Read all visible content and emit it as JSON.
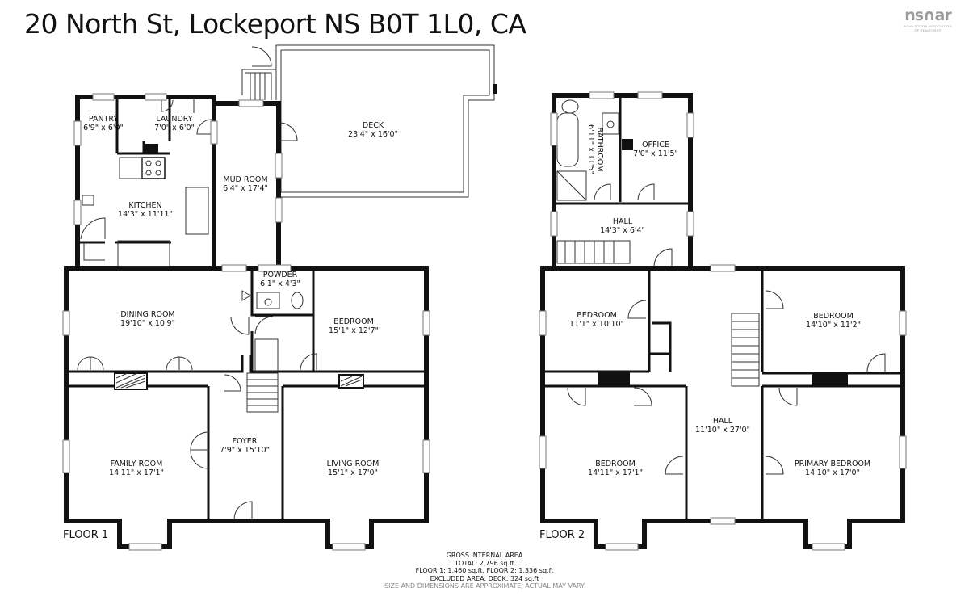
{
  "title": "20 North St, Lockeport NS B0T 1L0, CA",
  "logo": {
    "mark": "ns∩ar",
    "sub1": "NOVA SCOTIA ASSOCIATION",
    "sub2": "OF REALTORS®"
  },
  "floors": [
    {
      "label": "FLOOR 1",
      "rooms": [
        {
          "name": "PANTRY",
          "dims": "6'9\" x 6'0\""
        },
        {
          "name": "LAUNDRY",
          "dims": "7'0\" x 6'0\""
        },
        {
          "name": "KITCHEN",
          "dims": "14'3\" x 11'11\""
        },
        {
          "name": "MUD ROOM",
          "dims": "6'4\" x 17'4\""
        },
        {
          "name": "DECK",
          "dims": "23'4\" x 16'0\""
        },
        {
          "name": "POWDER",
          "dims": "6'1\" x 4'3\""
        },
        {
          "name": "DINING ROOM",
          "dims": "19'10\" x 10'9\""
        },
        {
          "name": "BEDROOM",
          "dims": "15'1\" x 12'7\""
        },
        {
          "name": "FOYER",
          "dims": "7'9\" x 15'10\""
        },
        {
          "name": "FAMILY ROOM",
          "dims": "14'11\" x 17'1\""
        },
        {
          "name": "LIVING ROOM",
          "dims": "15'1\" x 17'0\""
        }
      ]
    },
    {
      "label": "FLOOR 2",
      "rooms": [
        {
          "name": "BATHROOM",
          "dims": "6'11\" x 11'5\""
        },
        {
          "name": "OFFICE",
          "dims": "7'0\" x 11'5\""
        },
        {
          "name": "HALL",
          "dims": "14'3\" x 6'4\""
        },
        {
          "name": "BEDROOM",
          "dims": "11'1\" x 10'10\""
        },
        {
          "name": "BEDROOM",
          "dims": "14'10\" x 11'2\""
        },
        {
          "name": "HALL",
          "dims": "11'10\" x 27'0\""
        },
        {
          "name": "BEDROOM",
          "dims": "14'11\" x 17'1\""
        },
        {
          "name": "PRIMARY BEDROOM",
          "dims": "14'10\" x 17'0\""
        }
      ]
    }
  ],
  "area_summary": {
    "heading": "GROSS INTERNAL AREA",
    "total": "TOTAL: 2,796 sq.ft",
    "floors": "FLOOR 1: 1,460 sq.ft, FLOOR 2: 1,336 sq.ft",
    "excluded": "EXCLUDED AREA: DECK: 324 sq.ft",
    "disclaimer": "SIZE AND DIMENSIONS ARE APPROXIMATE, ACTUAL MAY VARY"
  }
}
